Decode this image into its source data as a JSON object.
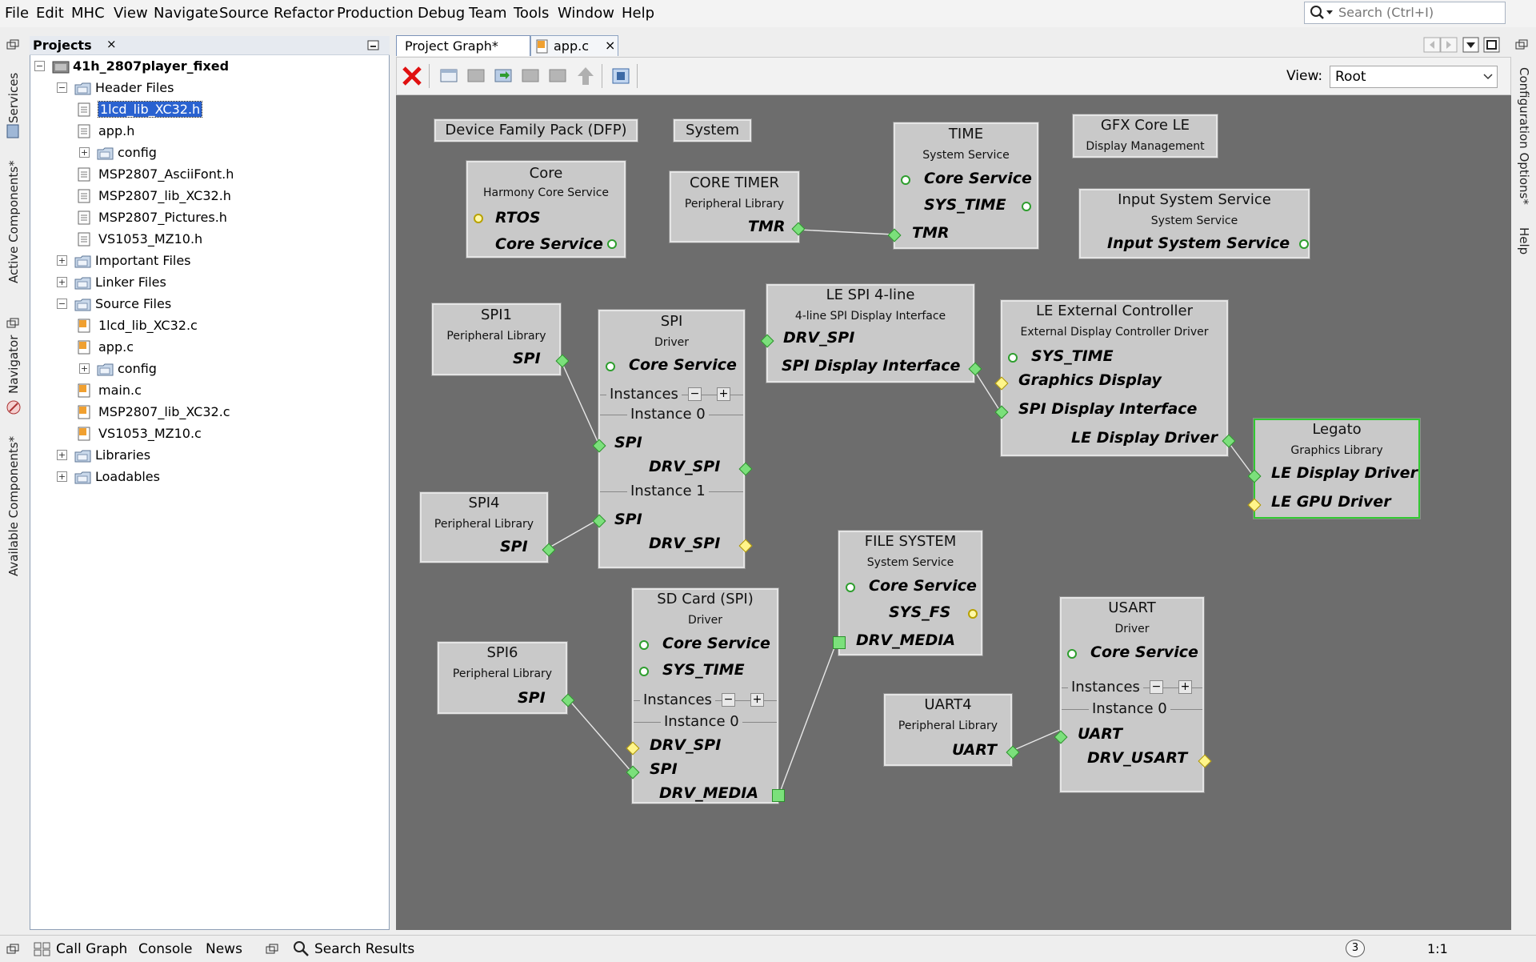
{
  "menu": [
    "File",
    "Edit",
    "MHC",
    "View",
    "Navigate",
    "Source",
    "Refactor",
    "Production",
    "Debug",
    "Team",
    "Tools",
    "Window",
    "Help"
  ],
  "search": {
    "placeholder": "Search (Ctrl+I)"
  },
  "left_strip": [
    "Services",
    "Active Components*",
    "Navigator",
    "Available Components*"
  ],
  "right_strip": [
    "Configuration Options*",
    "Help"
  ],
  "projects": {
    "tab_label": "Projects",
    "tree": [
      {
        "label": "41h_2807player_fixed",
        "type": "project",
        "bold": true
      },
      {
        "label": "Header Files",
        "type": "folder"
      },
      {
        "label": "1lcd_lib_XC32.h",
        "type": "file",
        "selected": true
      },
      {
        "label": "app.h",
        "type": "file"
      },
      {
        "label": "config",
        "type": "folder"
      },
      {
        "label": "MSP2807_AsciiFont.h",
        "type": "file"
      },
      {
        "label": "MSP2807_lib_XC32.h",
        "type": "file"
      },
      {
        "label": "MSP2807_Pictures.h",
        "type": "file"
      },
      {
        "label": "VS1053_MZ10.h",
        "type": "file"
      },
      {
        "label": "Important Files",
        "type": "folder"
      },
      {
        "label": "Linker Files",
        "type": "folder"
      },
      {
        "label": "Source Files",
        "type": "folder"
      },
      {
        "label": "1lcd_lib_XC32.c",
        "type": "file"
      },
      {
        "label": "app.c",
        "type": "file"
      },
      {
        "label": "config",
        "type": "folder"
      },
      {
        "label": "main.c",
        "type": "file"
      },
      {
        "label": "MSP2807_lib_XC32.c",
        "type": "file"
      },
      {
        "label": "VS1053_MZ10.c",
        "type": "file"
      },
      {
        "label": "Libraries",
        "type": "folder"
      },
      {
        "label": "Loadables",
        "type": "folder"
      }
    ]
  },
  "editor_tabs": [
    {
      "label": "Project Graph*"
    },
    {
      "label": "app.c"
    }
  ],
  "view": {
    "label": "View:",
    "value": "Root"
  },
  "graph": {
    "labels": {
      "dfp": "Device Family Pack (DFP)",
      "system": "System",
      "core": {
        "title": "Core",
        "sub": "Harmony Core Service",
        "p1": "RTOS",
        "p2": "Core Service"
      },
      "core_timer": {
        "title": "CORE TIMER",
        "sub": "Peripheral Library",
        "p1": "TMR"
      },
      "time": {
        "title": "TIME",
        "sub": "System Service",
        "p1": "Core Service",
        "p2": "SYS_TIME",
        "p3": "TMR"
      },
      "gfx": {
        "title": "GFX Core LE",
        "sub": "Display Management"
      },
      "input": {
        "title": "Input System Service",
        "sub": "System Service",
        "p1": "Input System Service"
      },
      "spi1": {
        "title": "SPI1",
        "sub": "Peripheral Library",
        "p1": "SPI"
      },
      "spi_drv": {
        "title": "SPI",
        "sub": "Driver",
        "p1": "Core Service",
        "instances": "Instances",
        "inst0": "Instance 0",
        "inst1": "Instance 1",
        "spi": "SPI",
        "drv": "DRV_SPI"
      },
      "le_spi": {
        "title": "LE SPI 4-line",
        "sub": "4-line SPI Display Interface",
        "p1": "DRV_SPI",
        "p2": "SPI Display Interface"
      },
      "le_ext": {
        "title": "LE External Controller",
        "sub": "External Display Controller Driver",
        "p1": "SYS_TIME",
        "p2": "Graphics Display",
        "p3": "SPI Display Interface",
        "p4": "LE Display Driver"
      },
      "legato": {
        "title": "Legato",
        "sub": "Graphics Library",
        "p1": "LE Display Driver",
        "p2": "LE GPU Driver"
      },
      "spi4": {
        "title": "SPI4",
        "sub": "Peripheral Library",
        "p1": "SPI"
      },
      "fs": {
        "title": "FILE SYSTEM",
        "sub": "System Service",
        "p1": "Core Service",
        "p2": "SYS_FS",
        "p3": "DRV_MEDIA"
      },
      "sd": {
        "title": "SD Card (SPI)",
        "sub": "Driver",
        "p1": "Core Service",
        "p2": "SYS_TIME",
        "instances": "Instances",
        "inst0": "Instance 0",
        "p3": "DRV_SPI",
        "p4": "SPI",
        "p5": "DRV_MEDIA"
      },
      "spi6": {
        "title": "SPI6",
        "sub": "Peripheral Library",
        "p1": "SPI"
      },
      "uart4": {
        "title": "UART4",
        "sub": "Peripheral Library",
        "p1": "UART"
      },
      "usart": {
        "title": "USART",
        "sub": "Driver",
        "p1": "Core Service",
        "instances": "Instances",
        "inst0": "Instance 0",
        "p2": "UART",
        "p3": "DRV_USART"
      }
    }
  },
  "status_bar": {
    "call_graph": "Call Graph",
    "console": "Console",
    "news": "News",
    "search_results": "Search Results",
    "notifications": "3",
    "position": "1:1"
  }
}
